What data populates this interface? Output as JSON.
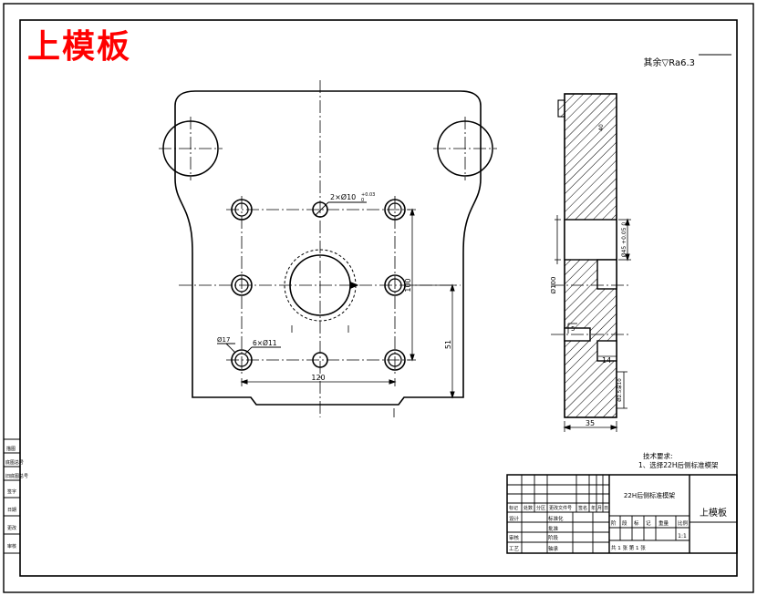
{
  "drawing": {
    "red_title": "上模板",
    "surface_note": "其余▽Ra6.3",
    "tech_req_heading": "技术要求:",
    "tech_req_line1": "1、选择22H后侧标准模架"
  },
  "callouts": {
    "pin_holes": "2×Ø10",
    "pin_tol_upper": "+0.03",
    "pin_tol_lower": "0",
    "counterbore": "Ø17",
    "bolt_holes": "6×Ø11",
    "dim_width": "120",
    "dim_height": "100",
    "dim_height2": "51"
  },
  "section": {
    "dim_bore": "Ø100",
    "dim_bore_tol": "Ø45 +0.05 0",
    "dim_step": "5",
    "dim_chamfer": "14",
    "dim_small": "Ø2.5深10",
    "dim_total_width": "35",
    "dim_thickness": "40"
  },
  "left_margin": [
    "描图",
    "底图总号",
    "旧底图总号",
    "签字",
    "日期",
    "更改",
    "审核"
  ],
  "title_block": {
    "rev_headers": [
      "标记",
      "处数",
      "分区",
      "更改文件号",
      "签名",
      "年",
      "月",
      "日"
    ],
    "row_labels": [
      "设计",
      "审核",
      "工艺"
    ],
    "mid_labels": [
      "标准化",
      "批准",
      "阶段",
      "轴承"
    ],
    "part_name_cn": "22H后侧标准模架",
    "stage_headers": [
      "阶",
      "段",
      "标",
      "记",
      "重量",
      "比例"
    ],
    "scale": "1:1",
    "sheet": "共 1 张    第 1 张",
    "company": "上模板"
  }
}
